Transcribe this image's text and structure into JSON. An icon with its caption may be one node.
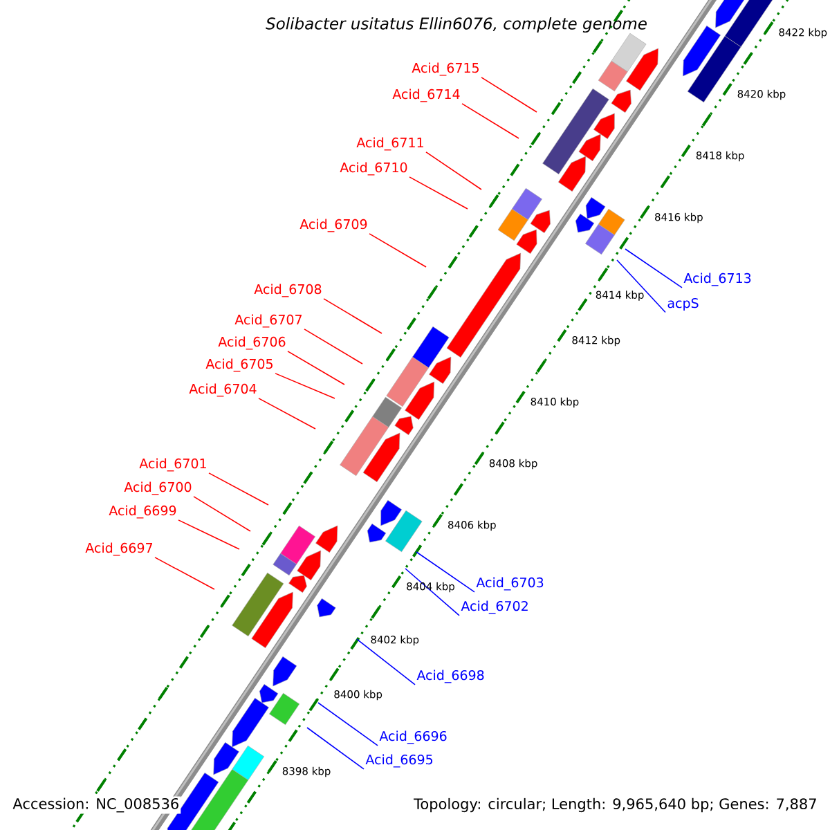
{
  "diagram": {
    "title": "Solibacter usitatus Ellin6076, complete genome",
    "nodes": [
      {
        "text": [
          "Acid_6715"
        ]
      },
      {
        "text": [
          "Acid_6714"
        ]
      },
      {
        "text": [
          "Acid_6711"
        ]
      },
      {
        "text": [
          "Acid_6710"
        ]
      },
      {
        "text": [
          "Acid_6709"
        ]
      },
      {
        "text": [
          "Acid_6708"
        ]
      },
      {
        "text": [
          "Acid_6707"
        ]
      },
      {
        "text": [
          "Acid_6706"
        ]
      },
      {
        "text": [
          "Acid_6705"
        ]
      },
      {
        "text": [
          "Acid_6704"
        ]
      },
      {
        "text": [
          "Acid_6701"
        ]
      },
      {
        "text": [
          "Acid_6700"
        ]
      },
      {
        "text": [
          "Acid_6699"
        ]
      },
      {
        "text": [
          "Acid_6697"
        ]
      },
      {
        "text": [
          "Acid_6713"
        ]
      },
      {
        "text": [
          "acpS"
        ]
      },
      {
        "text": [
          "Acid_6703"
        ]
      },
      {
        "text": [
          "Acid_6702"
        ]
      },
      {
        "text": [
          "Acid_6698"
        ]
      },
      {
        "text": [
          "Acid_6696"
        ]
      },
      {
        "text": [
          "Acid_6695"
        ]
      }
    ],
    "edges": [
      {
        "from": 0,
        "to": null,
        "arrow": "none"
      },
      {
        "from": 1,
        "to": null,
        "arrow": "none"
      },
      {
        "from": 2,
        "to": null,
        "arrow": "none"
      },
      {
        "from": 3,
        "to": null,
        "arrow": "none"
      },
      {
        "from": 4,
        "to": null,
        "arrow": "none"
      },
      {
        "from": 5,
        "to": null,
        "arrow": "none"
      },
      {
        "from": 6,
        "to": null,
        "arrow": "none"
      },
      {
        "from": 7,
        "to": null,
        "arrow": "none"
      },
      {
        "from": 8,
        "to": null,
        "arrow": "none"
      },
      {
        "from": 9,
        "to": null,
        "arrow": "none"
      },
      {
        "from": 10,
        "to": null,
        "arrow": "none"
      },
      {
        "from": 11,
        "to": null,
        "arrow": "none"
      },
      {
        "from": 12,
        "to": null,
        "arrow": "none"
      },
      {
        "from": 13,
        "to": null,
        "arrow": "none"
      },
      {
        "from": 14,
        "to": null,
        "arrow": "none",
        "color": "#0000ff"
      },
      {
        "from": 15,
        "to": null,
        "arrow": "none",
        "color": "#0000ff"
      },
      {
        "from": 16,
        "to": null,
        "arrow": "none",
        "color": "#0000ff"
      },
      {
        "from": 17,
        "to": null,
        "arrow": "none",
        "color": "#0000ff"
      },
      {
        "from": 18,
        "to": null,
        "arrow": "none",
        "color": "#0000ff"
      },
      {
        "from": 19,
        "to": null,
        "arrow": "none",
        "color": "#0000ff"
      },
      {
        "from": 20,
        "to": null,
        "arrow": "none",
        "color": "#0000ff"
      }
    ],
    "labels": [
      "8422 kbp",
      "8420 kbp",
      "8418 kbp",
      "8416 kbp",
      "8414 kbp",
      "8412 kbp",
      "8410 kbp",
      "8408 kbp",
      "8406 kbp",
      "8404 kbp",
      "8402 kbp",
      "8400 kbp",
      "8398 kbp",
      "Accession: NC_008536",
      "Topology: circular; Length: 9,965,640 bp; Genes: 7,887"
    ]
  }
}
